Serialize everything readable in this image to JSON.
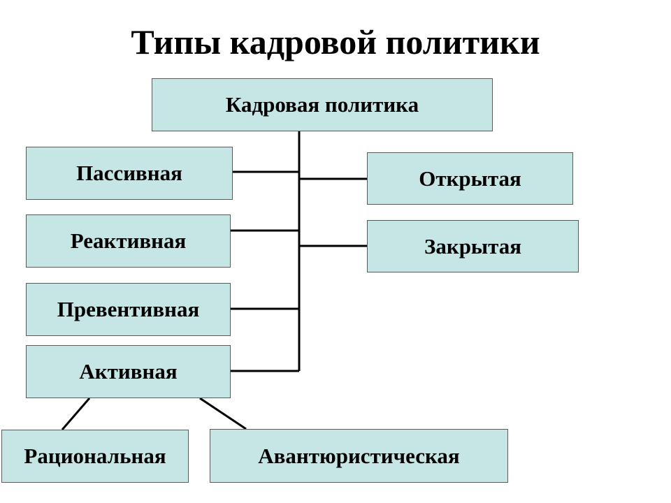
{
  "title": "Типы кадровой политики",
  "colors": {
    "box_fill": "#c6e6e6",
    "box_border": "#5a5a5a",
    "line": "#000000"
  },
  "diagram": {
    "root": "Кадровая политика",
    "left_branch": {
      "passive": "Пассивная",
      "reactive": "Реактивная",
      "preventive": "Превентивная",
      "active": "Активная"
    },
    "right_branch": {
      "open": "Открытая",
      "closed": "Закрытая"
    },
    "active_children": {
      "rational": "Рациональная",
      "adventurous": "Авантюристическая"
    }
  }
}
